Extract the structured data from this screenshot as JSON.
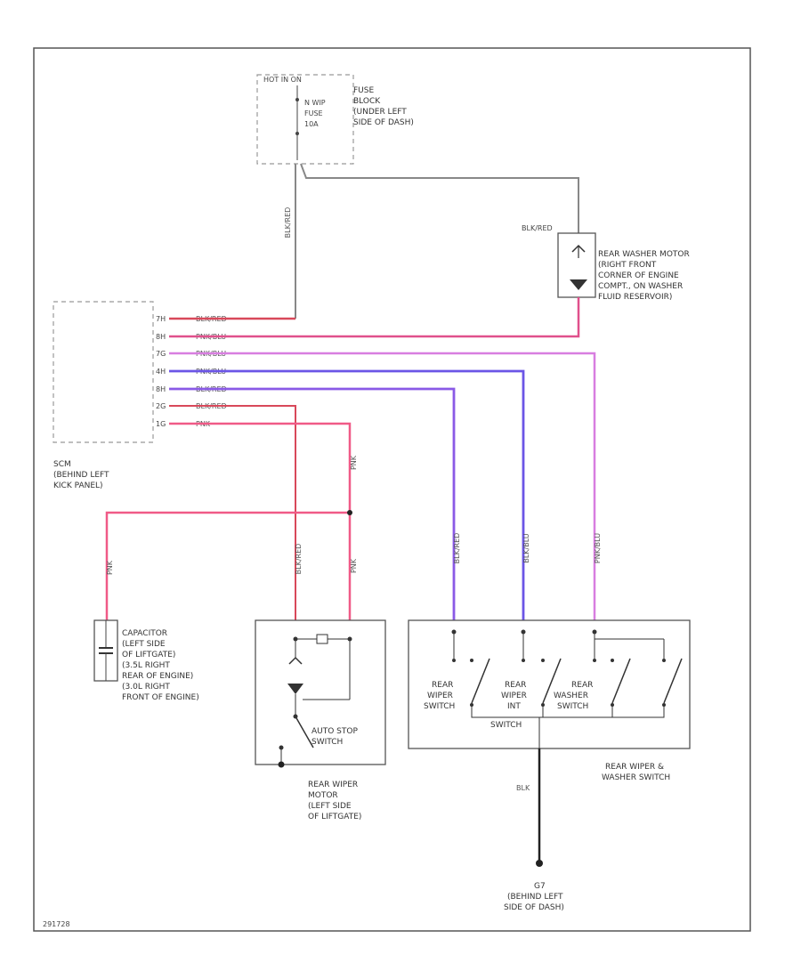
{
  "colors": {
    "pink": "#f05a87",
    "red": "#d8485a",
    "violet": "#d87ee0",
    "blue": "#6b55e6",
    "gray": "#888888",
    "black": "#222222"
  },
  "fuse_block": {
    "hot": "HOT IN ON",
    "fuse_text": [
      "N WIP",
      "FUSE",
      "10A"
    ],
    "label": [
      "FUSE",
      "BLOCK",
      "(UNDER LEFT",
      "SIDE OF DASH)"
    ]
  },
  "washer_motor": {
    "wire": "BLK/RED",
    "label": [
      "REAR WASHER MOTOR",
      "(RIGHT FRONT",
      "CORNER OF ENGINE",
      "COMPT., ON WASHER",
      "FLUID RESERVOIR)"
    ]
  },
  "scm": {
    "pins": [
      "7H",
      "8H",
      "7G",
      "4H",
      "8H",
      "2G",
      "1G"
    ],
    "wires": [
      "BLK/RED",
      "PNK/BLU",
      "PNK/BLU",
      "PNK/BLU",
      "BLK/RED",
      "BLK/RED",
      "PNK"
    ],
    "label": [
      "SCM",
      "(BEHIND LEFT",
      "KICK PANEL)"
    ]
  },
  "wire_labels": {
    "fuse_feed": "BLK/RED",
    "pnk_right": "PNK",
    "pnk_left": "PNK",
    "motor_feed": "BLK/RED",
    "motor_pnk": "PNK",
    "sw1": "BLK/RED",
    "sw2": "BLK/BLU",
    "sw3": "PNK/BLU",
    "ground": "BLK"
  },
  "capacitor": {
    "label": [
      "CAPACITOR",
      "(LEFT SIDE",
      "OF LIFTGATE)",
      "(3.5L RIGHT",
      "REAR OF ENGINE)",
      "(3.0L RIGHT",
      "FRONT OF ENGINE)"
    ]
  },
  "wiper_motor": {
    "switch_label": [
      "AUTO STOP",
      "SWITCH"
    ],
    "label": [
      "REAR WIPER",
      "MOTOR",
      "(LEFT SIDE",
      "OF LIFTGATE)"
    ]
  },
  "wiper_switch": {
    "s1": [
      "REAR",
      "WIPER",
      "SWITCH"
    ],
    "s2": [
      "REAR",
      "WIPER",
      "INT",
      "SWITCH"
    ],
    "s3": [
      "REAR",
      "WASHER",
      "SWITCH"
    ],
    "label": [
      "REAR WIPER &",
      "WASHER SWITCH"
    ]
  },
  "ground": {
    "label": [
      "G7",
      "(BEHIND LEFT",
      "SIDE OF DASH)"
    ]
  },
  "footer": "291728"
}
